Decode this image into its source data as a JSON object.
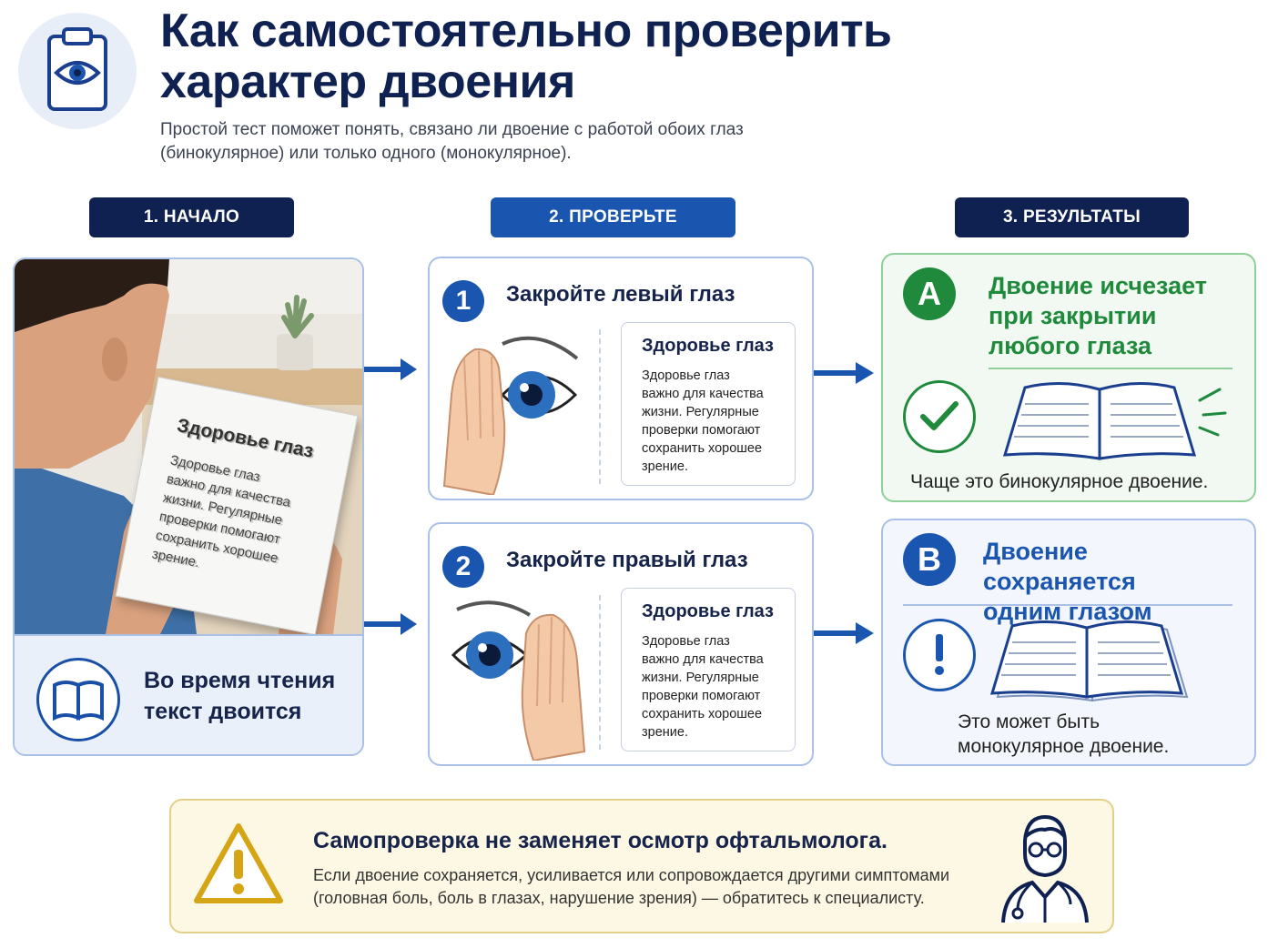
{
  "header": {
    "title_line1": "Как самостоятельно проверить",
    "title_line2": "характер двоения",
    "subtitle_line1": "Простой тест поможет понять, связано ли двоение с работой обоих глаз",
    "subtitle_line2": "(бинокулярное) или только одного (монокулярное).",
    "icon": "clipboard-eye-icon"
  },
  "steps": {
    "start_label": "1. НАЧАЛО",
    "check_label": "2. ПРОВЕРЬТЕ",
    "results_label": "3. РЕЗУЛЬТАТЫ"
  },
  "start": {
    "book_title": "Здоровье глаз",
    "book_text_lines": [
      "Здоровье глаз",
      "важно для качества",
      "жизни. Регулярные",
      "проверки помогают",
      "сохранить хорошее",
      "зрение."
    ],
    "caption_line1": "Во время чтения",
    "caption_line2": "текст двоится",
    "icon": "open-book-icon"
  },
  "check": [
    {
      "number": "1",
      "title": "Закройте левый глаз",
      "card_title": "Здоровье глаз",
      "card_lines": [
        "Здоровье глаз",
        "важно для качества",
        "жизни. Регулярные",
        "проверки помогают",
        "сохранить хорошее",
        "зрение."
      ]
    },
    {
      "number": "2",
      "title": "Закройте правый глаз",
      "card_title": "Здоровье глаз",
      "card_lines": [
        "Здоровье глаз",
        "важно для качества",
        "жизни. Регулярные",
        "проверки помогают",
        "сохранить хорошее",
        "зрение."
      ]
    }
  ],
  "results": {
    "a": {
      "letter": "A",
      "title_lines": [
        "Двоение исчезает",
        "при закрытии",
        "любого глаза"
      ],
      "note": "Чаще это бинокулярное двоение.",
      "icon": "checkmark-icon",
      "color": "#1f8a3b"
    },
    "b": {
      "letter": "B",
      "title_lines": [
        "Двоение сохраняется",
        "одним глазом"
      ],
      "note_line1": "Это может быть",
      "note_line2": "монокулярное двоение.",
      "icon": "exclamation-icon",
      "color": "#1a56b0"
    }
  },
  "warning": {
    "title": "Самопроверка не заменяет осмотр офтальмолога.",
    "body_line1": "Если двоение сохраняется, усиливается или сопровождается другими симптомами",
    "body_line2": "(головная боль, боль в глазах, нарушение зрения) — обратитесь к специалисту.",
    "icon": "warning-triangle-icon",
    "doctor_icon": "doctor-icon"
  },
  "colors": {
    "navy": "#0f2150",
    "blue": "#1a56b0",
    "green": "#1f8a3b",
    "warning_bg": "#fdf8e4",
    "warning_icon": "#d6a516"
  }
}
